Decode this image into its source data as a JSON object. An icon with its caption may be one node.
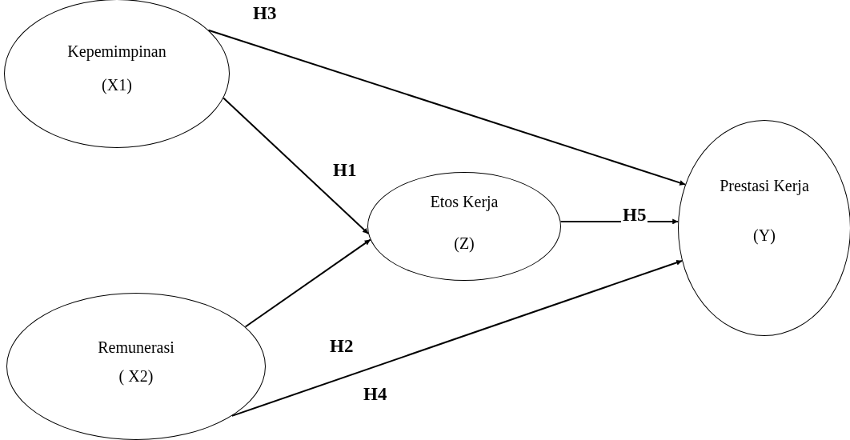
{
  "diagram": {
    "nodes": [
      {
        "text": [
          "Kepemimpinan",
          "(X1)"
        ]
      },
      {
        "text": [
          "Remunerasi",
          "( X2)"
        ]
      },
      {
        "text": [
          "Etos Kerja",
          "(Z)"
        ]
      },
      {
        "text": [
          "Prestasi Kerja",
          "(Y)"
        ]
      }
    ],
    "edges": [
      {
        "from": 0,
        "to": 2,
        "arrow": "to",
        "label": "H1"
      },
      {
        "from": 1,
        "to": 2,
        "arrow": "to",
        "label": "H2"
      },
      {
        "from": 0,
        "to": 3,
        "arrow": "to",
        "label": "H3"
      },
      {
        "from": 1,
        "to": 3,
        "arrow": "to",
        "label": "H4"
      },
      {
        "from": 2,
        "to": 3,
        "arrow": "to",
        "label": "H5"
      }
    ]
  }
}
